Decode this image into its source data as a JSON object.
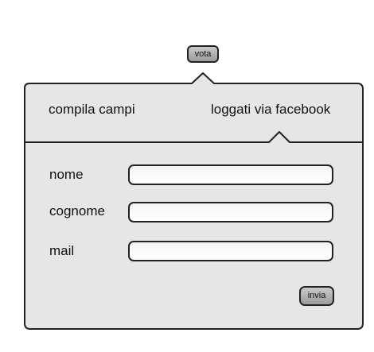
{
  "top_button": {
    "label": "vota"
  },
  "tabs": [
    {
      "label": "compila campi"
    },
    {
      "label": "loggati via facebook"
    }
  ],
  "form": {
    "fields": [
      {
        "label": "nome",
        "value": "",
        "placeholder": ""
      },
      {
        "label": "cognome",
        "value": "",
        "placeholder": ""
      },
      {
        "label": "mail",
        "value": "",
        "placeholder": ""
      }
    ],
    "submit_label": "invia"
  }
}
